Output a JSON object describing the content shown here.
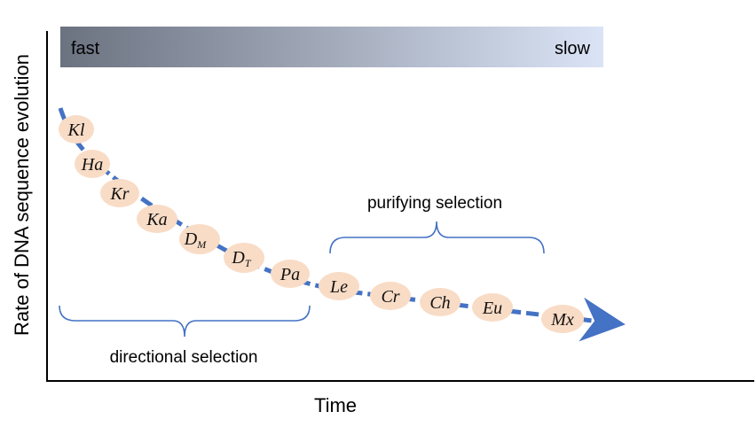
{
  "y_axis_label": "Rate of DNA sequence evolution",
  "x_axis_label": "Time",
  "gradient_bar": {
    "left_label": "fast",
    "right_label": "slow",
    "color_start": "#6b7280",
    "color_end": "#dbe4f6"
  },
  "colors": {
    "arrow": "#4472c4",
    "node_fill": "#f9dcc6",
    "brace": "#4472c4",
    "axis": "#000000"
  },
  "nodes": [
    {
      "id": "kl",
      "label": "Kl",
      "sub": ""
    },
    {
      "id": "ha",
      "label": "Ha",
      "sub": ""
    },
    {
      "id": "kr",
      "label": "Kr",
      "sub": ""
    },
    {
      "id": "ka",
      "label": "Ka",
      "sub": ""
    },
    {
      "id": "dm",
      "label": "D",
      "sub": "M"
    },
    {
      "id": "dt",
      "label": "D",
      "sub": "T"
    },
    {
      "id": "pa",
      "label": "Pa",
      "sub": ""
    },
    {
      "id": "le",
      "label": "Le",
      "sub": ""
    },
    {
      "id": "cr",
      "label": "Cr",
      "sub": ""
    },
    {
      "id": "ch",
      "label": "Ch",
      "sub": ""
    },
    {
      "id": "eu",
      "label": "Eu",
      "sub": ""
    },
    {
      "id": "mx",
      "label": "Mx",
      "sub": ""
    }
  ],
  "braces": {
    "directional": "directional selection",
    "purifying": "purifying selection"
  }
}
